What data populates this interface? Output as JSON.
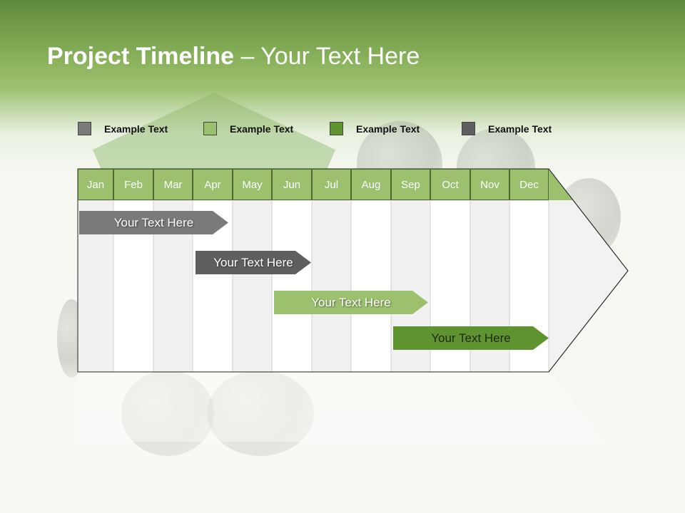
{
  "title": {
    "bold": "Project Timeline",
    "rest": " – Your Text Here"
  },
  "legend": [
    {
      "label": "Example Text",
      "color": "#7a7a7a"
    },
    {
      "label": "Example Text",
      "color": "#9bc06e"
    },
    {
      "label": "Example Text",
      "color": "#5f9330"
    },
    {
      "label": "Example Text",
      "color": "#5f5f5f"
    }
  ],
  "months": [
    "Jan",
    "Feb",
    "Mar",
    "Apr",
    "May",
    "Jun",
    "Jul",
    "Aug",
    "Sep",
    "Oct",
    "Nov",
    "Dec"
  ],
  "tasks": [
    {
      "label": "Your  Text Here",
      "color": "#7a7a7a",
      "start_month": "Jan",
      "end_month": "Apr"
    },
    {
      "label": "Your  Text Here",
      "color": "#5f5f5f",
      "start_month": "Apr",
      "end_month": "Jun"
    },
    {
      "label": "Your  Text Here",
      "color": "#9bc06e",
      "start_month": "Jun",
      "end_month": "Sep"
    },
    {
      "label": "Your  Text Here",
      "color": "#5f9330",
      "start_month": "Sep",
      "end_month": "Dec"
    }
  ]
}
